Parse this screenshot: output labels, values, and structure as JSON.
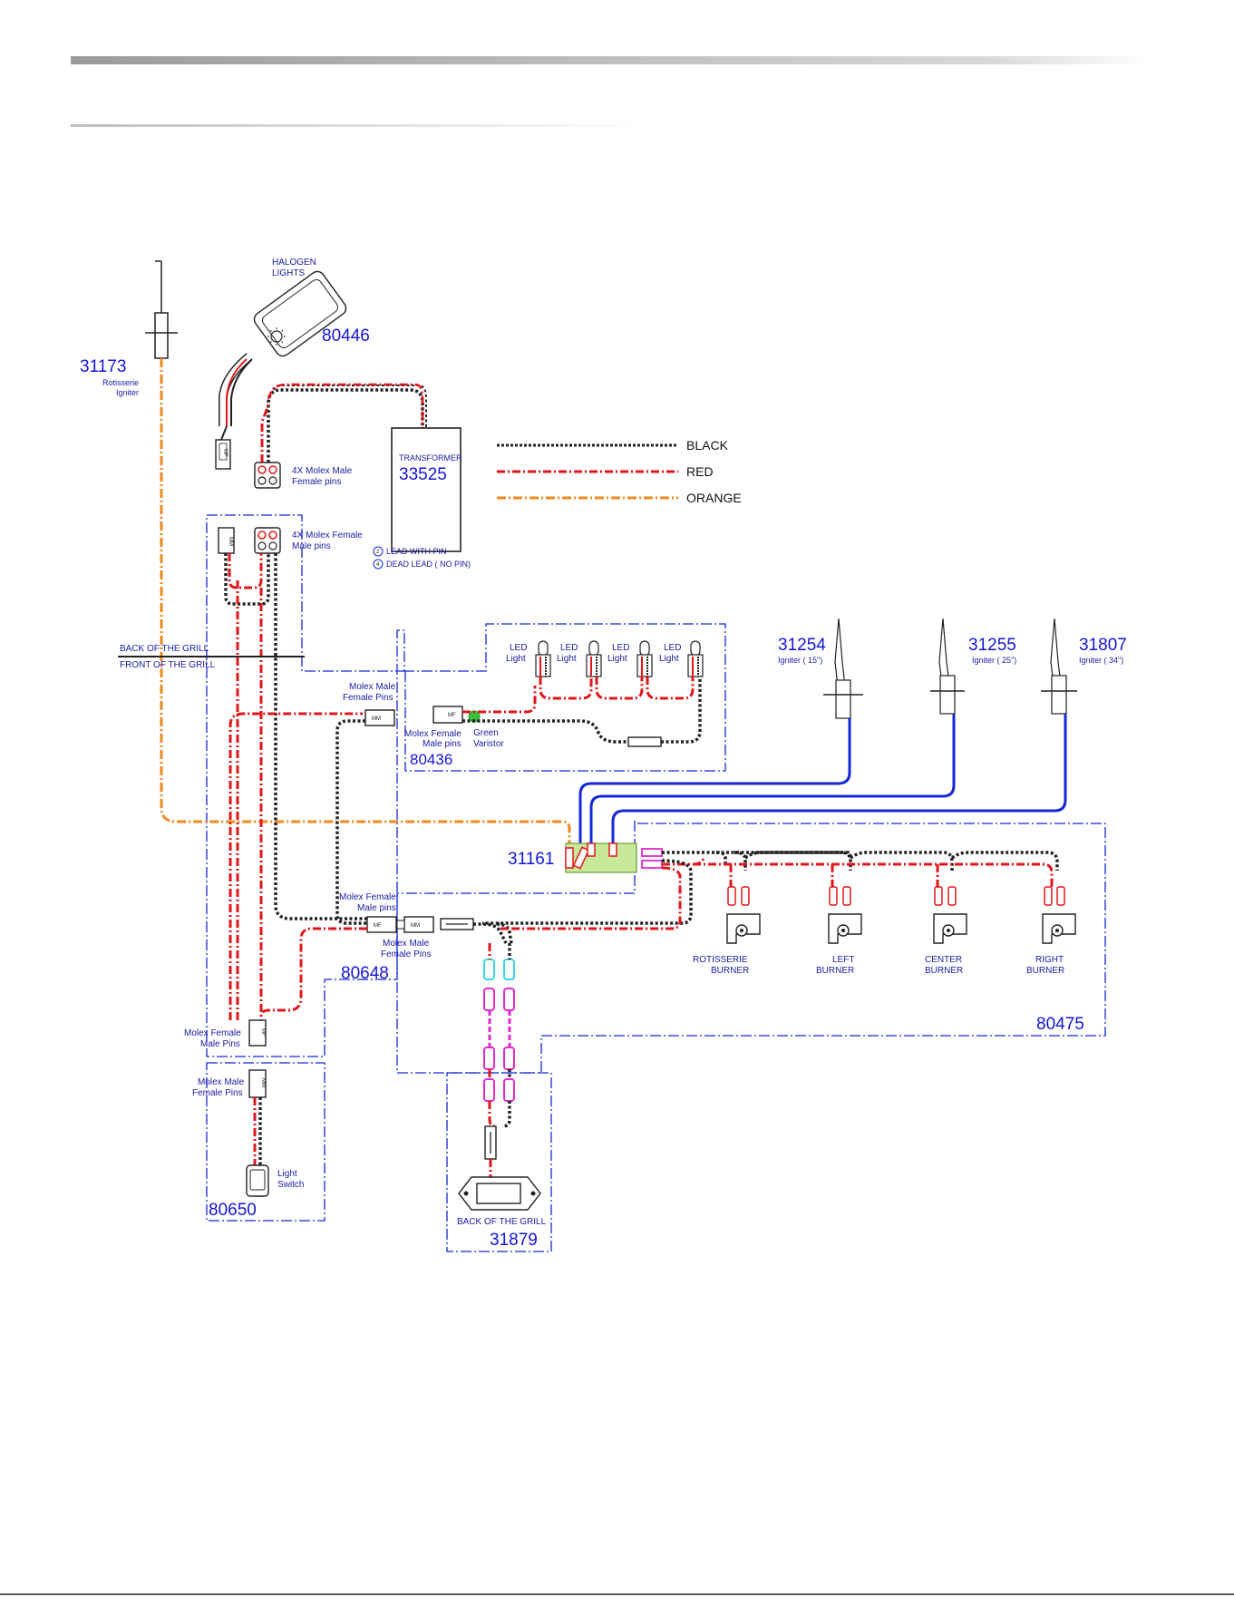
{
  "diagram": {
    "legend": {
      "black": "BLACK",
      "red": "RED",
      "orange": "ORANGE"
    },
    "colors": {
      "black": "#222222",
      "red": "#e0161b",
      "orange": "#f08a1e",
      "blue": "#1528d8",
      "magenta": "#e12ad1",
      "cyan": "#3ad6e6",
      "green": "#35c13a",
      "pcb": "#c8e89a"
    },
    "parts": {
      "p31173": "31173",
      "p80446": "80446",
      "p33525": "33525",
      "p80436": "80436",
      "p31254": "31254",
      "p31255": "31255",
      "p31807": "31807",
      "p31161": "31161",
      "p80648": "80648",
      "p80475": "80475",
      "p80650": "80650",
      "p31879": "31879"
    },
    "labels": {
      "halogen_1": "HALOGEN",
      "halogen_2": "LIGHTS",
      "rotisserie_igniter_1": "Rotisserie",
      "rotisserie_igniter_2": "Igniter",
      "transformer": "TRANSFORMER",
      "molex4_male_1": "4X Molex Male",
      "molex4_male_2": "Female pins",
      "molex4_female_1": "4X Molex Female",
      "molex4_female_2": "Male pins",
      "lead_with_pin": "LEAD WITH PIN",
      "dead_lead": "DEAD LEAD ( NO PIN)",
      "lead_num_2": "2",
      "lead_num_4": "4",
      "back_of_grill": "BACK OF THE GRILL",
      "front_of_grill": "FRONT OF THE GRILL",
      "led_top": "LED",
      "led_bottom": "Light",
      "molex_male_a_1": "Molex Male",
      "molex_male_a_2": "Female Pins",
      "molex_female_c_1": "Molex Female",
      "molex_female_c_2": "Male pins",
      "green_varistor_1": "Green",
      "green_varistor_2": "Varistor",
      "igniter_15": "Igniter ( 15\")",
      "igniter_25": "Igniter ( 25\")",
      "igniter_34": "Igniter ( 34\")",
      "molex_female_b_1": "Molex Female",
      "molex_female_b_2": "Male pins",
      "molex_male_b_1": "Molex Male",
      "molex_male_b_2": "Female Pins",
      "rotisserie_burner_1": "ROTISSERIE",
      "rotisserie_burner_2": "BURNER",
      "left_burner_1": "LEFT",
      "left_burner_2": "BURNER",
      "center_burner_1": "CENTER",
      "center_burner_2": "BURNER",
      "right_burner_1": "RIGHT",
      "right_burner_2": "BURNER",
      "molex_female_d_1": "Molex Female",
      "molex_female_d_2": "Male Pins",
      "molex_male_d_1": "Molex Male",
      "molex_male_d_2": "Female Pins",
      "light_switch_1": "Light",
      "light_switch_2": "Switch",
      "back_of_grill_module": "BACK OF THE GRILL",
      "mf": "MF",
      "mm": "MM"
    }
  }
}
